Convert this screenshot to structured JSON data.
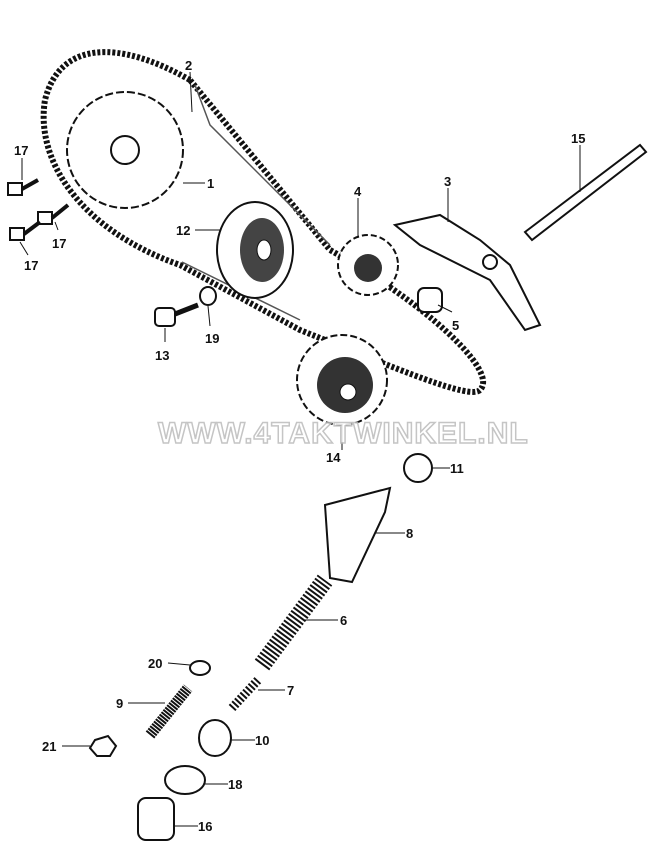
{
  "diagram": {
    "watermark": "WWW.4TAKTWINKEL.NL",
    "callouts": [
      {
        "id": "2",
        "text": "2"
      },
      {
        "id": "1",
        "text": "1"
      },
      {
        "id": "17a",
        "text": "17"
      },
      {
        "id": "17b",
        "text": "17"
      },
      {
        "id": "17c",
        "text": "17"
      },
      {
        "id": "12",
        "text": "12"
      },
      {
        "id": "4",
        "text": "4"
      },
      {
        "id": "3",
        "text": "3"
      },
      {
        "id": "15",
        "text": "15"
      },
      {
        "id": "5",
        "text": "5"
      },
      {
        "id": "13",
        "text": "13"
      },
      {
        "id": "19",
        "text": "19"
      },
      {
        "id": "14",
        "text": "14"
      },
      {
        "id": "11",
        "text": "11"
      },
      {
        "id": "8",
        "text": "8"
      },
      {
        "id": "6",
        "text": "6"
      },
      {
        "id": "20",
        "text": "20"
      },
      {
        "id": "7",
        "text": "7"
      },
      {
        "id": "9",
        "text": "9"
      },
      {
        "id": "10",
        "text": "10"
      },
      {
        "id": "21",
        "text": "21"
      },
      {
        "id": "18",
        "text": "18"
      },
      {
        "id": "16",
        "text": "16"
      }
    ]
  }
}
